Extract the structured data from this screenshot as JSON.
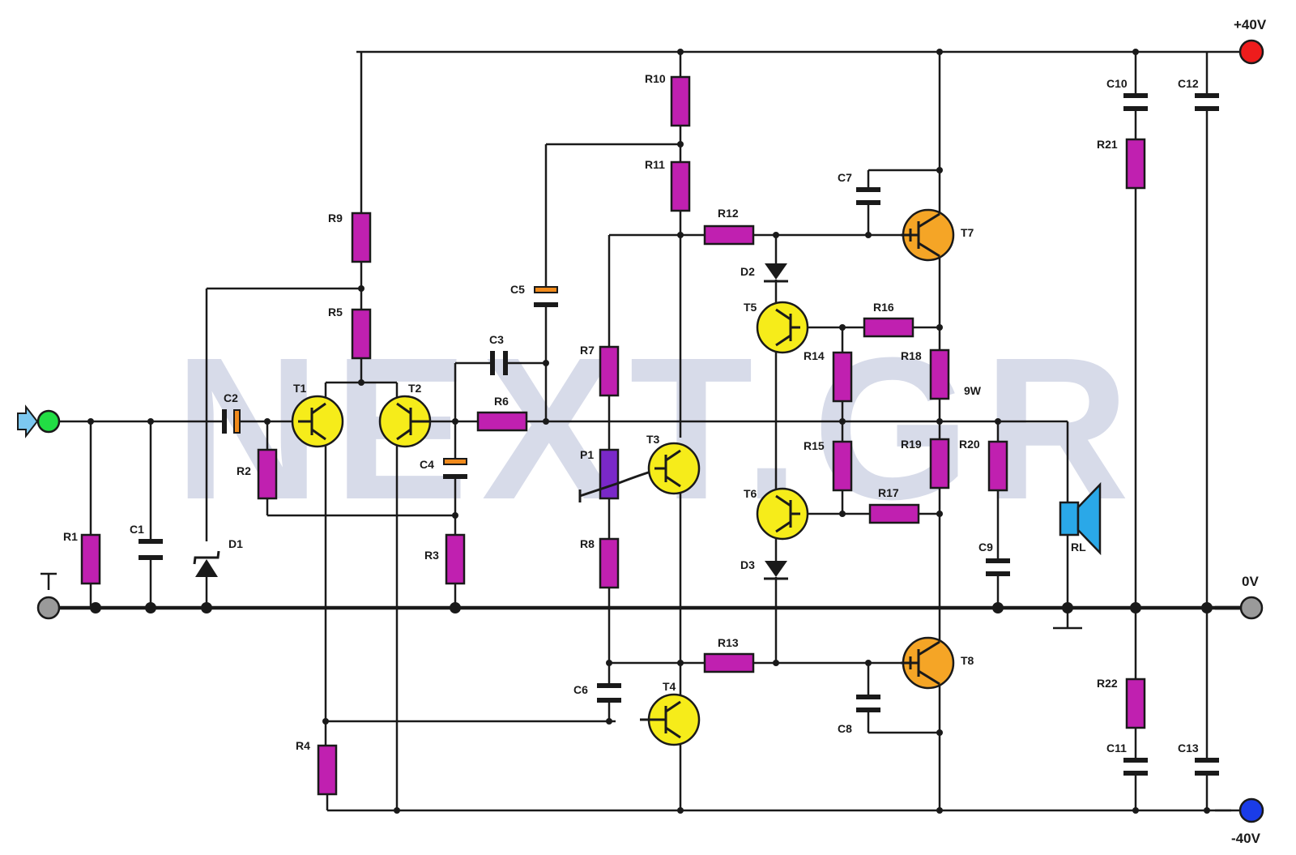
{
  "watermark": "NEXT.GR",
  "terminals": {
    "plus_supply": "+40V",
    "ground": "0V",
    "minus_supply": "-40V",
    "input_colors": {
      "input": "#22dd44",
      "plus": "#ee1c1c",
      "minus": "#1a3ce8",
      "ground": "#9a9a9a",
      "arrow": "#7cc8f0"
    }
  },
  "speaker": {
    "label": "RL",
    "color": "#2aa8e8"
  },
  "note_9w": "9W",
  "components": {
    "R1": "R1",
    "R2": "R2",
    "R3": "R3",
    "R4": "R4",
    "R5": "R5",
    "R6": "R6",
    "R7": "R7",
    "R8": "R8",
    "R9": "R9",
    "R10": "R10",
    "R11": "R11",
    "R12": "R12",
    "R13": "R13",
    "R14": "R14",
    "R15": "R15",
    "R16": "R16",
    "R17": "R17",
    "R18": "R18",
    "R19": "R19",
    "R20": "R20",
    "R21": "R21",
    "R22": "R22",
    "C1": "C1",
    "C2": "C2",
    "C3": "C3",
    "C4": "C4",
    "C5": "C5",
    "C6": "C6",
    "C7": "C7",
    "C8": "C8",
    "C9": "C9",
    "C10": "C10",
    "C11": "C11",
    "C12": "C12",
    "C13": "C13",
    "D1": "D1",
    "D2": "D2",
    "D3": "D3",
    "T1": "T1",
    "T2": "T2",
    "T3": "T3",
    "T4": "T4",
    "T5": "T5",
    "T6": "T6",
    "T7": "T7",
    "T8": "T8",
    "P1": "P1"
  },
  "colors": {
    "resistor": "#c020b0",
    "potentiometer": "#7a28c8",
    "electrolytic": "#f08a1c",
    "small_transistor": "#f6ec1a",
    "power_transistor": "#f5a526"
  }
}
